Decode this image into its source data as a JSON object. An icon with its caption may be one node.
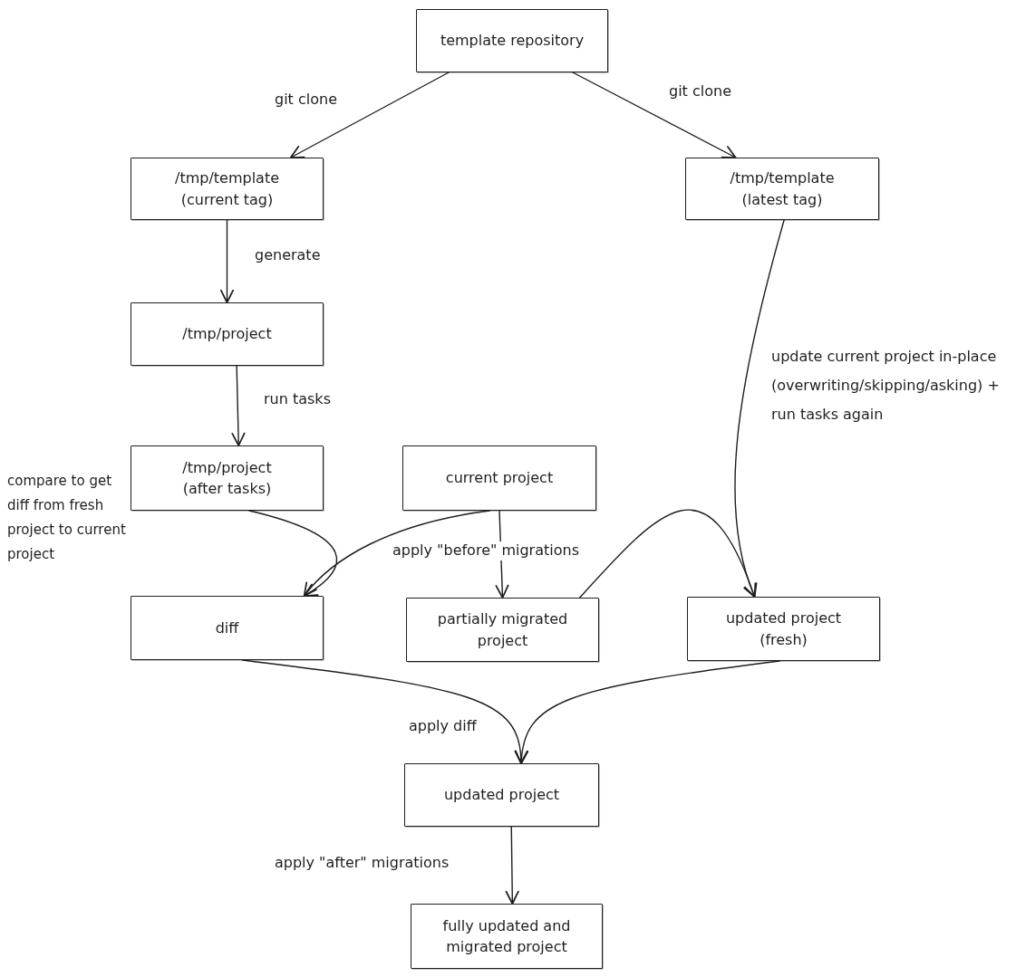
{
  "diagram": {
    "nodes": [
      {
        "text": [
          "template repository"
        ]
      },
      {
        "text": [
          "/tmp/template (current tag)"
        ]
      },
      {
        "text": [
          "/tmp/template (latest tag)"
        ]
      },
      {
        "text": [
          "/tmp/project"
        ]
      },
      {
        "text": [
          "/tmp/project (after tasks)"
        ]
      },
      {
        "text": [
          "current project"
        ]
      },
      {
        "text": [
          "diff"
        ]
      },
      {
        "text": [
          "partially migrated project"
        ]
      },
      {
        "text": [
          "updated project (fresh)"
        ]
      },
      {
        "text": [
          "updated project"
        ]
      },
      {
        "text": [
          "fully updated and migrated project"
        ]
      }
    ],
    "edges": [
      {
        "from": 0,
        "to": 1,
        "arrow": "to",
        "label": "git clone"
      },
      {
        "from": 0,
        "to": 2,
        "arrow": "to",
        "label": "git clone"
      },
      {
        "from": 1,
        "to": 3,
        "arrow": "to",
        "label": "generate"
      },
      {
        "from": 3,
        "to": 4,
        "arrow": "to",
        "label": "run tasks"
      },
      {
        "from": 4,
        "to": 6,
        "arrow": "to"
      },
      {
        "from": 5,
        "to": 6,
        "arrow": "to"
      },
      {
        "from": 5,
        "to": 7,
        "arrow": "to",
        "label": "apply \"before\" migrations"
      },
      {
        "from": 2,
        "to": 8,
        "arrow": "to",
        "label": "update current project in-place (overwriting/skipping/asking) + run tasks again"
      },
      {
        "from": 7,
        "to": 8,
        "arrow": "to"
      },
      {
        "from": 6,
        "to": 9,
        "arrow": "to",
        "label": "apply diff"
      },
      {
        "from": 8,
        "to": 9,
        "arrow": "to"
      },
      {
        "from": 9,
        "to": 10,
        "arrow": "to",
        "label": "apply \"after\" migrations"
      }
    ],
    "labels": [
      "compare to get diff from fresh project to current project"
    ]
  }
}
